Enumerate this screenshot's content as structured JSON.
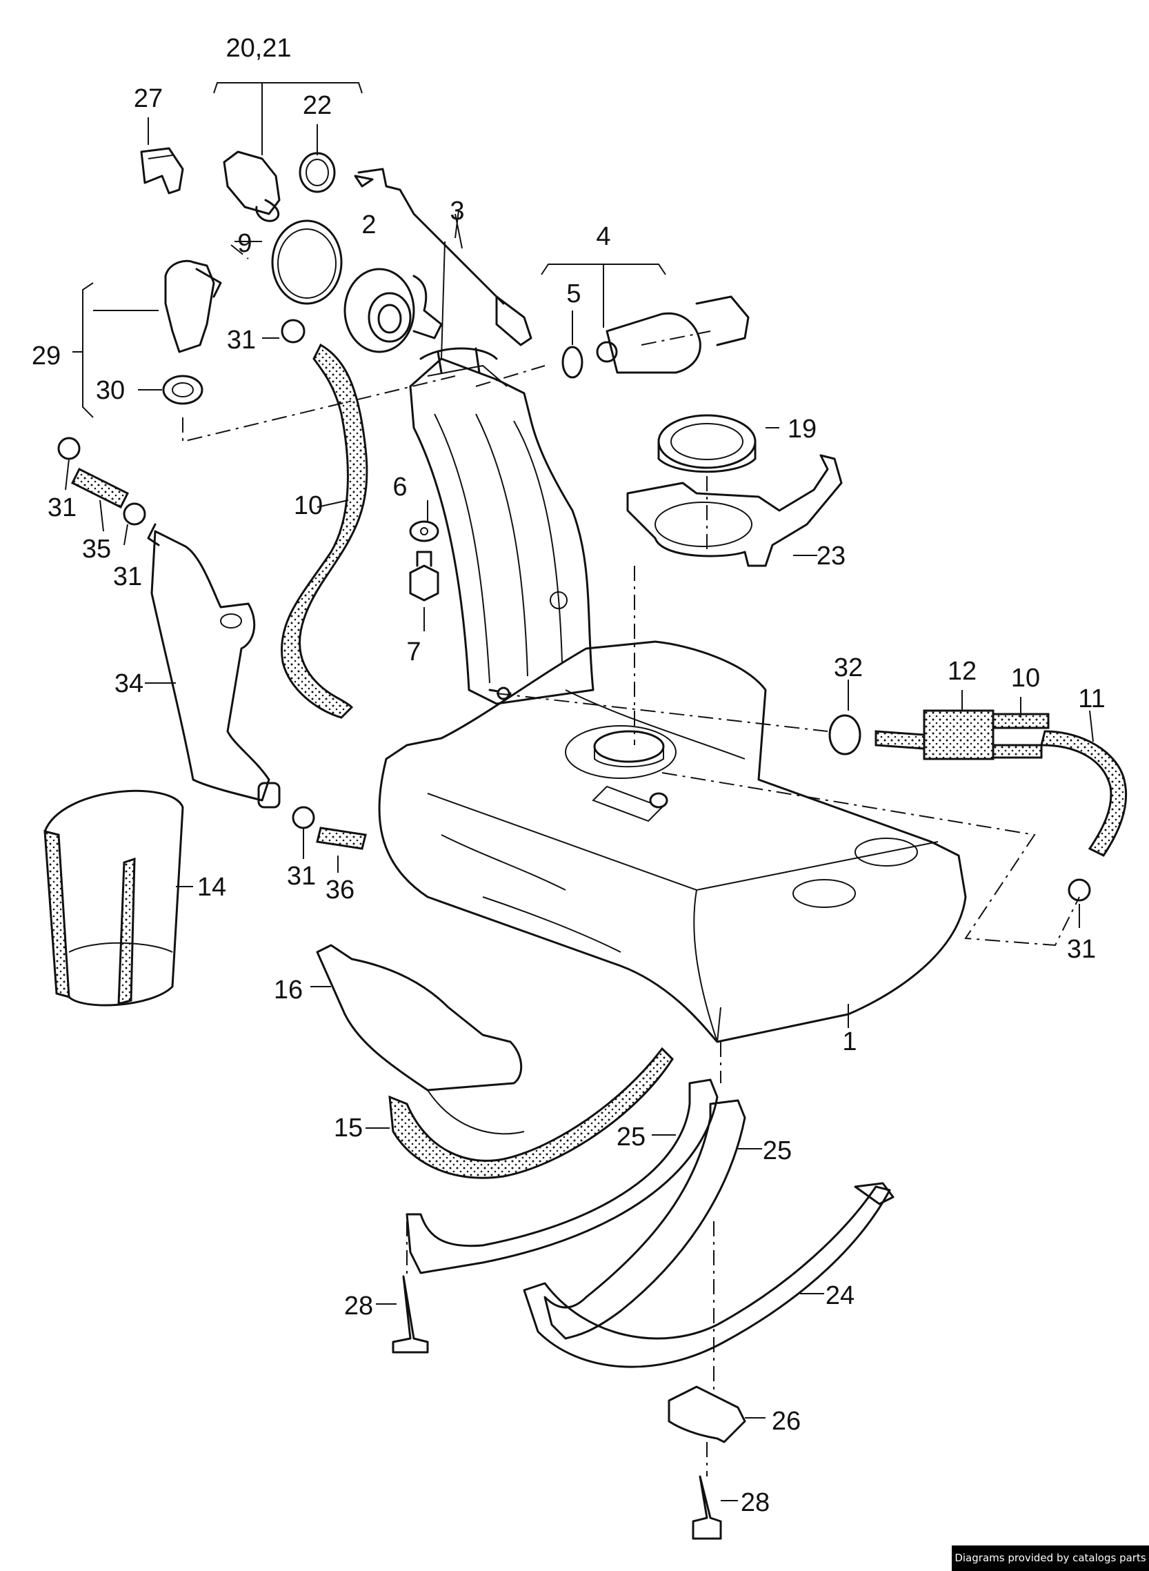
{
  "callouts": {
    "c1": "1",
    "c2": "2",
    "c3": "3",
    "c4": "4",
    "c5": "5",
    "c6": "6",
    "c7": "7",
    "c9": "9",
    "c10a": "10",
    "c10b": "10",
    "c11": "11",
    "c12": "12",
    "c14": "14",
    "c15": "15",
    "c16": "16",
    "c19": "19",
    "c20_21": "20,21",
    "c22": "22",
    "c23": "23",
    "c24": "24",
    "c25a": "25",
    "c25b": "25",
    "c26": "26",
    "c27": "27",
    "c28a": "28",
    "c28b": "28",
    "c29": "29",
    "c30": "30",
    "c31a": "31",
    "c31b": "31",
    "c31c": "31",
    "c31d": "31",
    "c31e": "31",
    "c32": "32",
    "c34": "34",
    "c35": "35",
    "c36": "36"
  },
  "credit": "Diagrams provided by catalogs parts"
}
